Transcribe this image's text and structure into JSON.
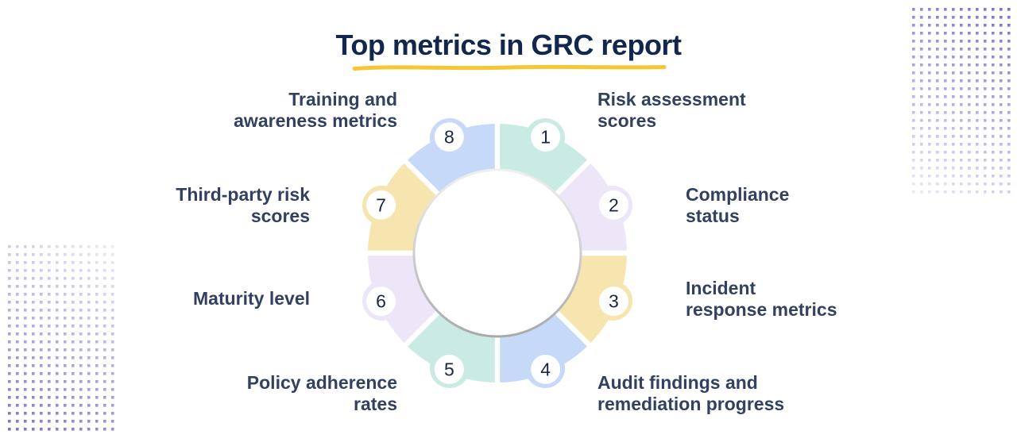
{
  "title": {
    "text": "Top metrics in GRC report",
    "color": "#12274E",
    "underline_color": "#F8C633"
  },
  "wheel": {
    "center_fill": "#FFFFFF",
    "number_color": "#1B2742",
    "rim_top_color": "#EFEFEF",
    "rim_bottom_color": "#A9A9A9",
    "segments": [
      {
        "number": "1",
        "label_lines": [
          "Risk assessment",
          "scores"
        ],
        "color": "#C9EBE3"
      },
      {
        "number": "2",
        "label_lines": [
          "Compliance",
          "status"
        ],
        "color": "#EDE6F8"
      },
      {
        "number": "3",
        "label_lines": [
          "Incident",
          "response metrics"
        ],
        "color": "#F6E5AF"
      },
      {
        "number": "4",
        "label_lines": [
          "Audit findings and",
          "remediation progress"
        ],
        "color": "#C6D9F8"
      },
      {
        "number": "5",
        "label_lines": [
          "Policy adherence",
          "rates"
        ],
        "color": "#C9EBE3"
      },
      {
        "number": "6",
        "label_lines": [
          "Maturity level"
        ],
        "color": "#EDE6F8"
      },
      {
        "number": "7",
        "label_lines": [
          "Third-party risk",
          "scores"
        ],
        "color": "#F6E5AF"
      },
      {
        "number": "8",
        "label_lines": [
          "Training and",
          "awareness metrics"
        ],
        "color": "#C6D9F8"
      }
    ]
  },
  "decor": {
    "dot_color": "#7A6FCB"
  }
}
